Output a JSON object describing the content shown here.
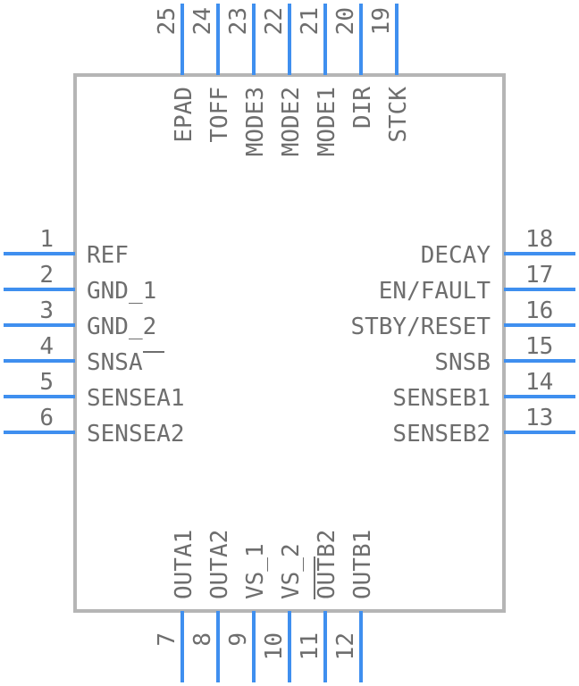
{
  "component": {
    "left_pins": [
      {
        "num": "1",
        "name": "REF"
      },
      {
        "num": "2",
        "name": "GND_1"
      },
      {
        "num": "3",
        "name": "GND_2"
      },
      {
        "num": "4",
        "name": "SNSA"
      },
      {
        "num": "5",
        "name": "SENSEA1"
      },
      {
        "num": "6",
        "name": "SENSEA2"
      }
    ],
    "right_pins": [
      {
        "num": "18",
        "name": "DECAY"
      },
      {
        "num": "17",
        "name": "EN/FAULT"
      },
      {
        "num": "16",
        "name": "STBY/RESET"
      },
      {
        "num": "15",
        "name": "SNSB"
      },
      {
        "num": "14",
        "name": "SENSEB1"
      },
      {
        "num": "13",
        "name": "SENSEB2"
      }
    ],
    "top_pins": [
      {
        "num": "25",
        "name": "EPAD"
      },
      {
        "num": "24",
        "name": "TOFF"
      },
      {
        "num": "23",
        "name": "MODE3"
      },
      {
        "num": "22",
        "name": "MODE2"
      },
      {
        "num": "21",
        "name": "MODE1"
      },
      {
        "num": "20",
        "name": "DIR"
      },
      {
        "num": "19",
        "name": "STCK"
      }
    ],
    "bottom_pins": [
      {
        "num": "7",
        "name": "OUTA1"
      },
      {
        "num": "8",
        "name": "OUTA2"
      },
      {
        "num": "9",
        "name": "VS_1"
      },
      {
        "num": "10",
        "name": "VS_2"
      },
      {
        "num": "11",
        "name": "OUTB2"
      },
      {
        "num": "12",
        "name": "OUTB1"
      }
    ]
  },
  "colors": {
    "pin": "#3f8fef",
    "body_outline": "#b5b5b5",
    "text": "#6e6e6e"
  }
}
